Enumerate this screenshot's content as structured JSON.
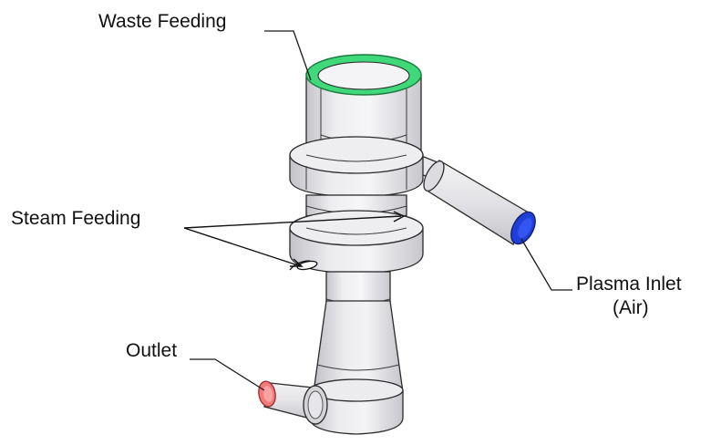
{
  "labels": {
    "waste_feeding": "Waste Feeding",
    "steam_feeding": "Steam Feeding",
    "plasma_inlet_line1": "Plasma Inlet",
    "plasma_inlet_line2": "(Air)",
    "outlet": "Outlet"
  },
  "colors": {
    "waste_feeding_ring": "#3fd97a",
    "plasma_inlet_port": "#1f3fd6",
    "outlet_port": "#f4797a",
    "body_light": "#f1f1f3",
    "body_mid": "#d9d9dd",
    "body_dark": "#b9b9bf",
    "outline": "#2a2a2a"
  }
}
